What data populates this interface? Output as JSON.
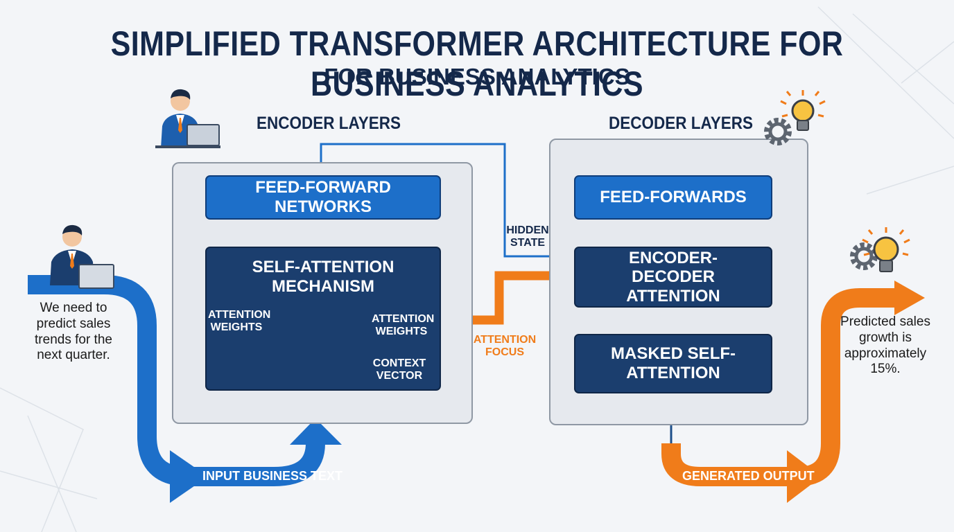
{
  "title": {
    "main": "SIMPLIFIED TRANSFORMER ARCHITECTURE FOR BUSINESS ANALYTICS",
    "sub": "FOR BUSINESS ANALYTICS"
  },
  "encoder": {
    "heading": "ENCODER LAYERS",
    "feed_forward": "FEED-FORWARD NETWORKS",
    "self_attention": "SELF-ATTENTION MECHANISM",
    "attention_weights_left": "ATTENTION WEIGHTS",
    "attention_weights_right": "ATTENTION WEIGHTS",
    "context_vector": "CONTEXT VECTOR"
  },
  "decoder": {
    "heading": "DECODER LAYERS",
    "feed_forwards": "FEED-FORWARDS",
    "enc_dec_attention": "ENCODER-DECODER ATTENTION",
    "masked_self_attention": "MASKED SELF-ATTENTION"
  },
  "connectors": {
    "hidden_state": "HIDDEN STATE",
    "attention_focus": "ATTENTION FOCUS",
    "input_label": "INPUT BUSINESS TEXT",
    "output_label": "GENERATED OUTPUT"
  },
  "speech": {
    "input": "We need to predict sales trends for the next quarter.",
    "output": "Predicted sales growth is approximately 15%."
  },
  "colors": {
    "navy": "#14284a",
    "blue": "#1d6fc9",
    "dark_box": "#1b3e6e",
    "orange": "#f07c1a",
    "panel": "#e6e9ee"
  },
  "icons": [
    "person-laptop-icon",
    "gear-icon",
    "lightbulb-icon"
  ]
}
